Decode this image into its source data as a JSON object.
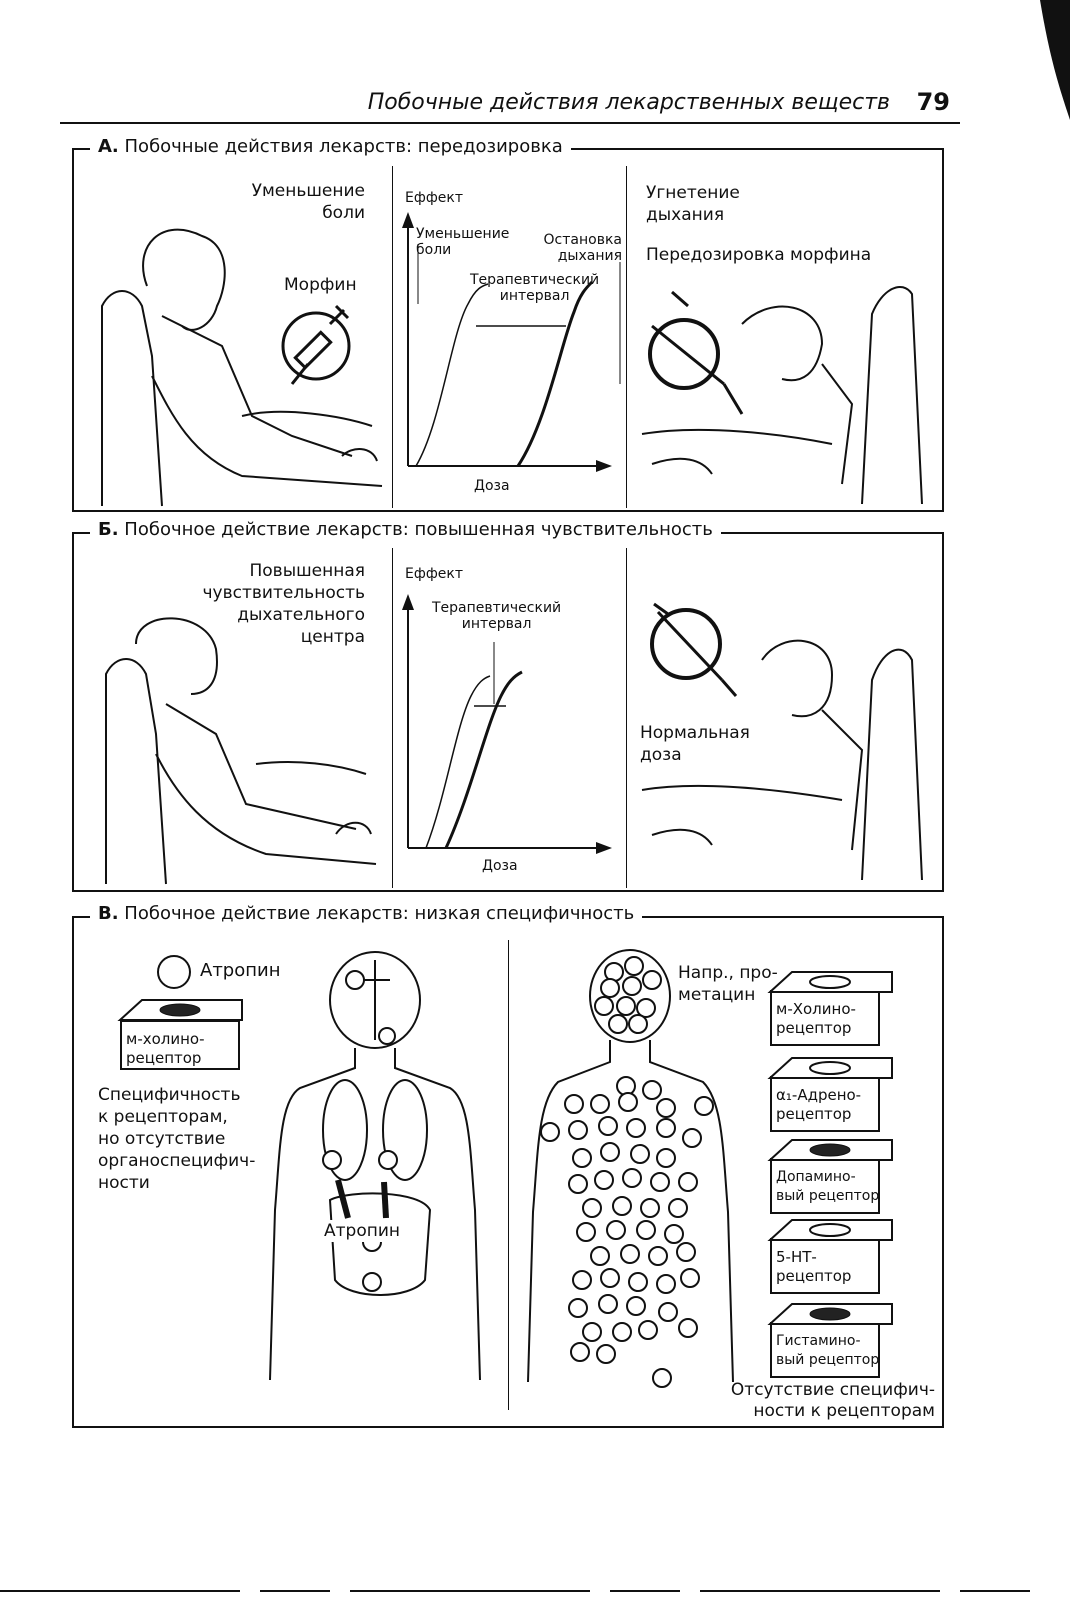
{
  "header": {
    "title": "Побочные действия лекарственных веществ",
    "page_number": "79"
  },
  "panelA": {
    "title_letter": "А.",
    "title": "Побочные действия лекарств: передозировка",
    "left": {
      "effect": "Уменьшение\nболи",
      "drug": "Морфин"
    },
    "chart": {
      "y_label": "Еффект",
      "x_label": "Доза",
      "curve1_label": "Уменьшение\nболи",
      "curve2_label": "Остановка\nдыхания",
      "interval_label": "Терапевтический\nинтервал"
    },
    "right": {
      "effect": "Угнетение\nдыхания",
      "note": "Передозировка морфина"
    }
  },
  "panelB": {
    "title_letter": "Б.",
    "title": "Побочное действие лекарств: повышенная чувствительность",
    "left": {
      "note": "Повышенная\nчувствительность\nдыхательного\nцентра"
    },
    "chart": {
      "y_label": "Еффект",
      "x_label": "Доза",
      "interval_label": "Терапевтический\nинтервал"
    },
    "right": {
      "note": "Нормальная\nдоза"
    }
  },
  "panelC": {
    "title_letter": "В.",
    "title": "Побочное действие лекарств: низкая специфичность",
    "left": {
      "legend_drug": "Атропин",
      "receptor": "м-холино-\nрецептор",
      "description": "Специфичность\nк рецепторам,\nно отсутствие\nорганоспецифич-\nности",
      "body_label": "Атропин"
    },
    "right": {
      "drug_label": "Напр., про-\nметацин",
      "receptors": [
        "м-Холино-\nрецептор",
        "α₁-Адрено-\nрецептор",
        "Допамино-\nвый рецептор",
        "5-НТ-\nрецептор",
        "Гистамино-\nвый рецептор"
      ],
      "footnote": "Отсутствие специфич-\nности к рецепторам"
    }
  }
}
